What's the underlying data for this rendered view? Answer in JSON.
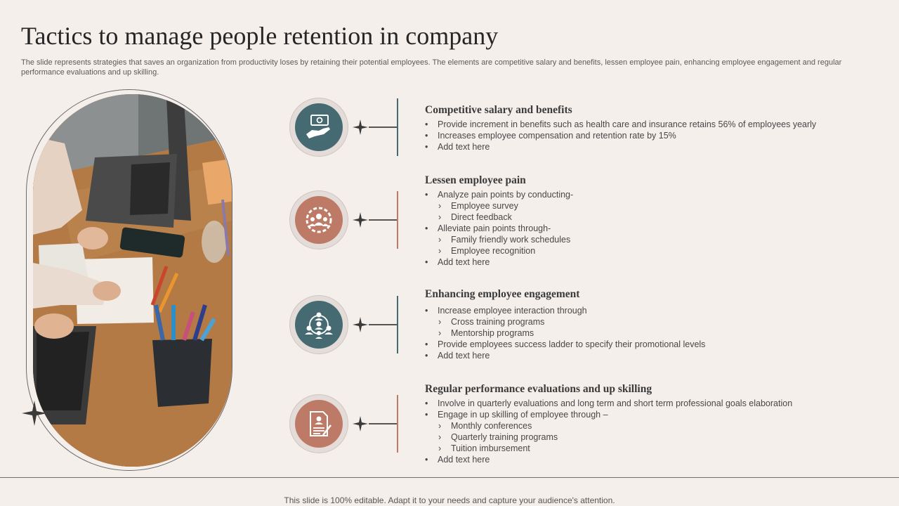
{
  "slide": {
    "title": "Tactics to manage people retention in company",
    "subtitle": "The slide represents strategies that saves an organization from productivity loses by retaining their potential employees. The elements are competitive salary and benefits, lessen employee pain, enhancing employee engagement and regular performance evaluations and up skilling.",
    "footer": "This slide is 100% editable. Adapt it to your needs and capture your audience's attention."
  },
  "colors": {
    "teal": "#466a72",
    "terracotta": "#bd7a66",
    "background": "#f5efec"
  },
  "items": [
    {
      "icon": "money-hand-icon",
      "heading": "Competitive salary and benefits",
      "bullets": [
        "Provide increment in benefits such as health care and insurance retains 56% of employees yearly",
        "Increases employee compensation and retention rate by 15%",
        "Add text here"
      ]
    },
    {
      "icon": "team-gear-icon",
      "heading": "Lessen employee pain",
      "bullets": [
        "Analyze pain points by conducting-",
        "Employee survey",
        "Direct feedback",
        "Alleviate pain points through-",
        "Family friendly work schedules",
        "Employee recognition",
        "Add text here"
      ]
    },
    {
      "icon": "network-people-icon",
      "heading": "Enhancing employee engagement",
      "bullets": [
        "Increase employee interaction through",
        "Cross training programs",
        "Mentorship programs",
        "Provide employees success ladder to specify their promotional levels",
        "Add text here"
      ]
    },
    {
      "icon": "evaluation-document-icon",
      "heading": "Regular performance evaluations and up skilling",
      "bullets": [
        "Involve  in quarterly evaluations  and long term and short term professional  goals elaboration",
        "Engage in up skilling of employee through –",
        "Monthly conferences",
        "Quarterly training programs",
        "Tuition imbursement",
        "Add text here"
      ]
    }
  ]
}
